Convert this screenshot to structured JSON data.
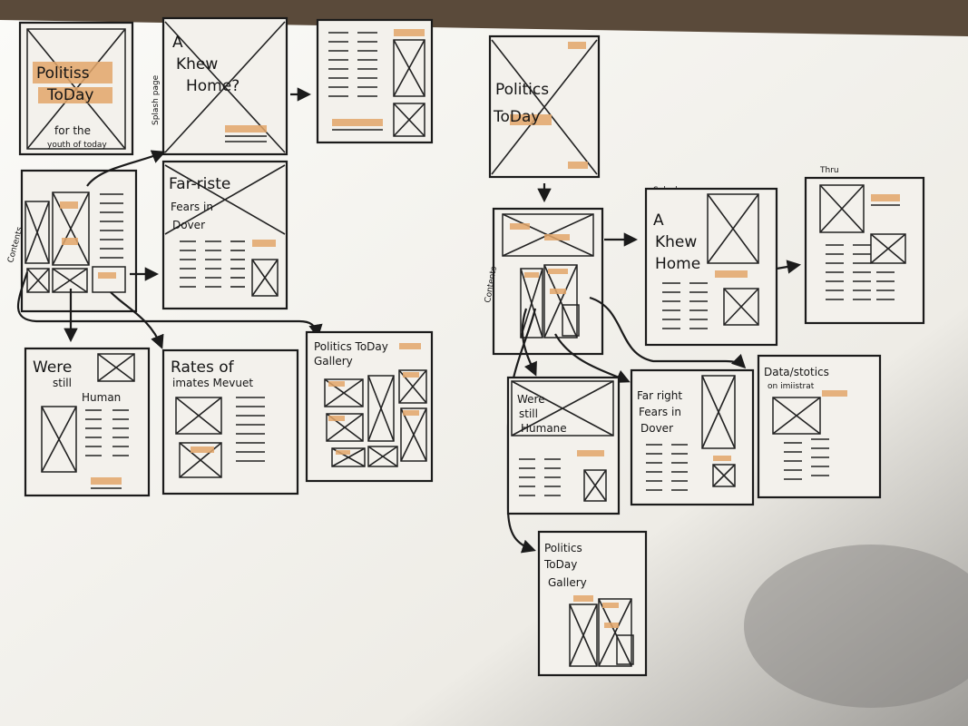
{
  "labels": {
    "left_cover_title_1": "Politiss",
    "left_cover_title_2": "ToDay",
    "left_cover_tag_1": "for the",
    "left_cover_tag_2": "youth of today",
    "left_splash_vertical": "Splash page",
    "left_splash_title_1": "A",
    "left_splash_title_2": "Khew",
    "left_splash_title_3": "Home?",
    "left_contents_vertical": "Contents",
    "left_far_right_1": "Far-riste",
    "left_far_right_2": "Fears in",
    "left_far_right_3": "Dover",
    "left_human_1": "Were",
    "left_human_2": "still",
    "left_human_3": "Human",
    "left_rates_1": "Rates of",
    "left_rates_2": "imates Mevuet",
    "left_gallery_1": "Politics ToDay",
    "left_gallery_2": "Gallery",
    "right_cover_title_1": "Politics",
    "right_cover_title_2": "ToDay",
    "right_contents_vertical": "Contents",
    "right_splash_caption": "Splash page",
    "right_splash_title_1": "A",
    "right_splash_title_2": "Khew",
    "right_splash_title_3": "Home",
    "right_thru_caption": "Thru",
    "right_human_1": "Were",
    "right_human_2": "still",
    "right_human_3": "Humane",
    "right_far_right_1": "Far right",
    "right_far_right_2": "Fears in",
    "right_far_right_3": "Dover",
    "right_data_1": "Data/stotics",
    "right_data_2": "on imiistrat",
    "right_gallery_1": "Politics",
    "right_gallery_2": "ToDay",
    "right_gallery_3": "Gallery"
  },
  "colors": {
    "paper": "#f3f1ec",
    "ink": "#1b1b1b",
    "highlight": "#e2a66a",
    "background": "#5a4a3a"
  }
}
